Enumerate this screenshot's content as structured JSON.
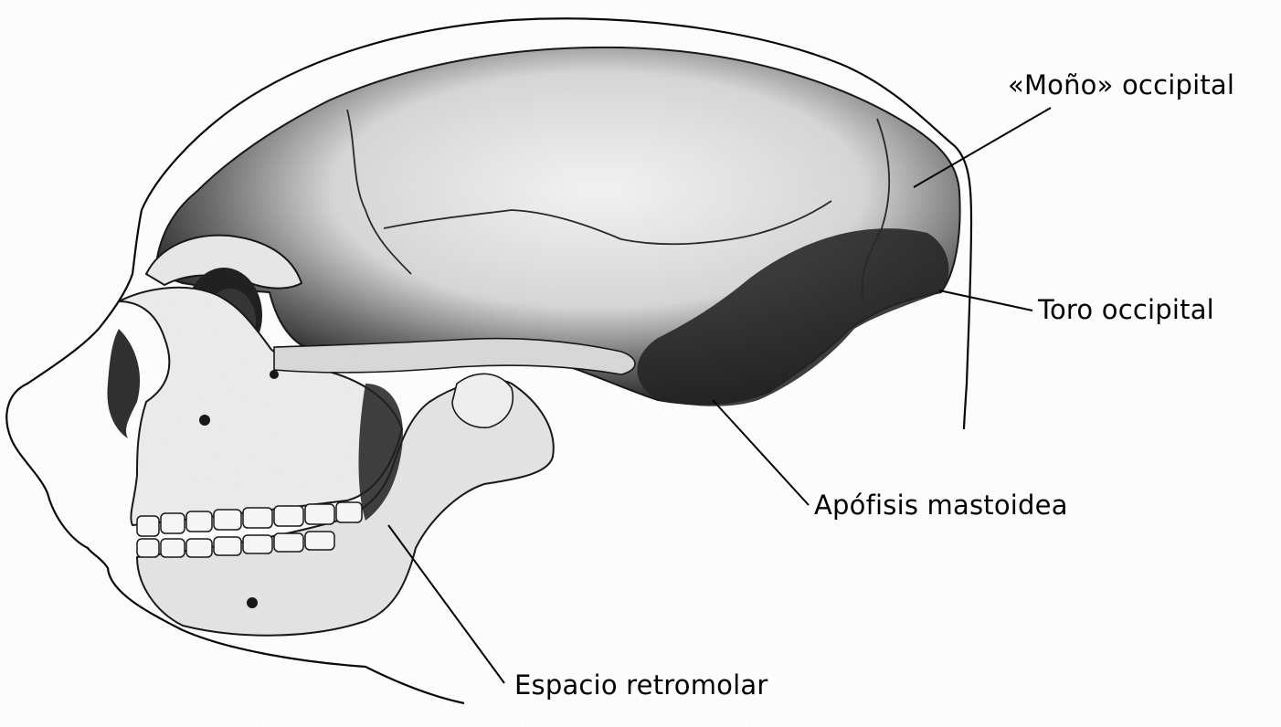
{
  "labels": {
    "occipital_bun": "«Moño» occipital",
    "occipital_torus": "Toro occipital",
    "mastoid_process": "Apófisis mastoidea",
    "retromolar_space": "Espacio retromolar"
  },
  "colors": {
    "ink": "#000000",
    "bone_light": "#f2f2f2",
    "bone_shadow": "#2a2a2a",
    "background": "#ffffff"
  }
}
